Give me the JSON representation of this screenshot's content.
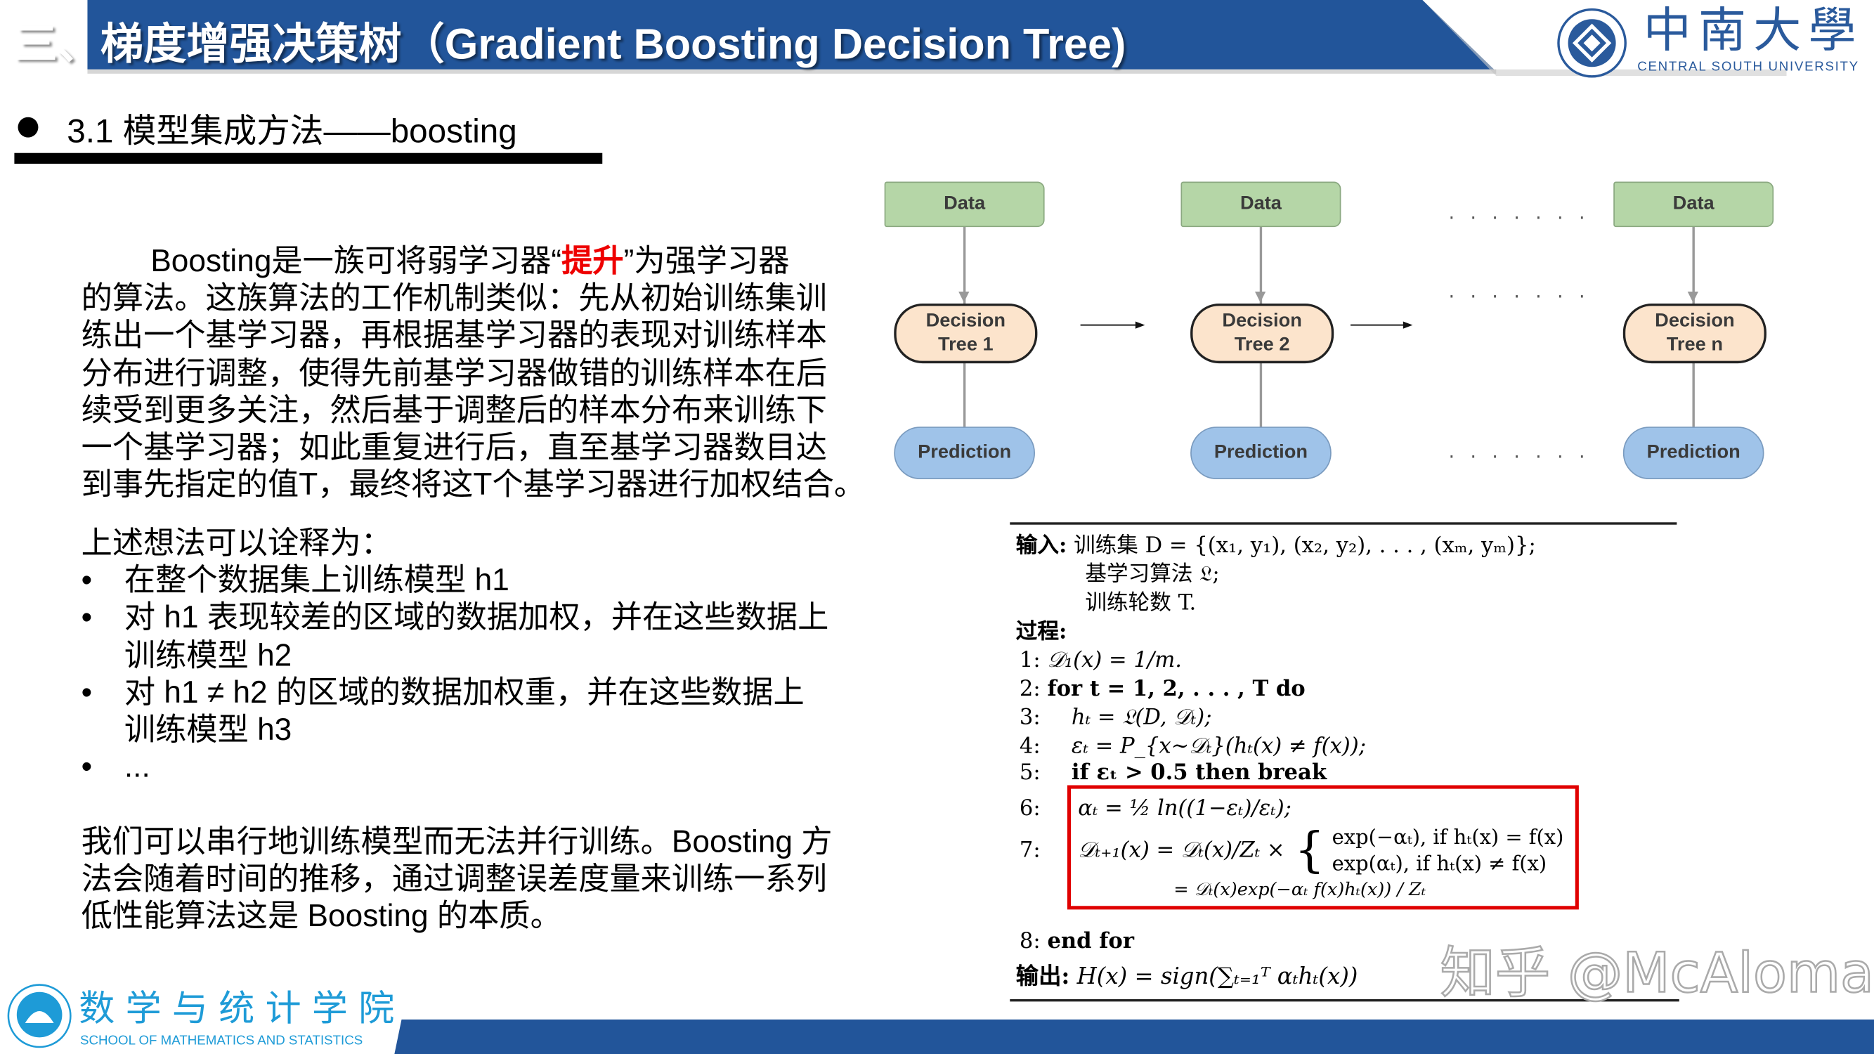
{
  "header": {
    "title": "三、梯度增强决策树（Gradient Boosting Decision Tree)",
    "university_cn": "中南大學",
    "university_en": "CENTRAL  SOUTH  UNIVERSITY",
    "bar_color": "#22559a"
  },
  "section": {
    "heading": "3.1 模型集成方法——boosting"
  },
  "intro": {
    "line0_pre": "Boosting是一族可将弱学习器“",
    "line0_emph": "提升",
    "line0_post": "”为强学习器",
    "lines": [
      "的算法。这族算法的工作机制类似：先从初始训练集训",
      "练出一个基学习器，再根据基学习器的表现对训练样本",
      "分布进行调整，使得先前基学习器做错的训练样本在后",
      "续受到更多关注，然后基于调整后的样本分布来训练下",
      "一个基学习器；如此重复进行后，直至基学习器数目达",
      "到事先指定的值T，最终将这T个基学习器进行加权结合。"
    ]
  },
  "explain": {
    "lead": "上述想法可以诠释为：",
    "bullets": [
      {
        "line1": "在整个数据集上训练模型 h1",
        "line2": ""
      },
      {
        "line1": "对 h1 表现较差的区域的数据加权，并在这些数据上",
        "line2": "训练模型 h2"
      },
      {
        "line1": "对 h1 ≠ h2 的区域的数据加权重，并在这些数据上",
        "line2": "训练模型 h3"
      },
      {
        "line1": "...",
        "line2": ""
      }
    ],
    "bullet_char": "•"
  },
  "conclusion": [
    "我们可以串行地训练模型而无法并行训练。Boosting 方",
    "法会随着时间的推移，通过调整误差度量来训练一系列",
    "低性能算法这是 Boosting 的本质。"
  ],
  "diagram": {
    "data_label": "Data",
    "prediction_label": "Prediction",
    "decision_label": "Decision",
    "trees": [
      "Tree 1",
      "Tree  2",
      "Tree  n"
    ],
    "ellipsis": ". . . . . . ."
  },
  "algorithm": {
    "input_label": "输入:",
    "input_lines": [
      "训练集 D = {(x₁, y₁), (x₂, y₂), . . . , (xₘ, yₘ)};",
      "基学习算法 𝔏;",
      "训练轮数 T."
    ],
    "process_label": "过程:",
    "steps": [
      {
        "n": "1:",
        "text": "𝒟₁(x) = 1/m."
      },
      {
        "n": "2:",
        "text": "for t = 1, 2, . . . , T  do"
      },
      {
        "n": "3:",
        "text": "hₜ = 𝔏(D, 𝒟ₜ);"
      },
      {
        "n": "4:",
        "text": "εₜ = P_{x∼𝒟ₜ}(hₜ(x) ≠ f(x));"
      },
      {
        "n": "5:",
        "text": "if εₜ > 0.5 then break"
      },
      {
        "n": "6:",
        "text": "αₜ = ½ ln((1−εₜ)/εₜ);"
      },
      {
        "n": "7:",
        "text": "𝒟ₜ₊₁(x) = 𝒟ₜ(x)/Zₜ ×",
        "case1": "exp(−αₜ),   if hₜ(x) = f(x)",
        "case2": "exp(αₜ),     if hₜ(x) ≠ f(x)",
        "cont": "= 𝒟ₜ(x)exp(−αₜ f(x)hₜ(x)) / Zₜ"
      },
      {
        "n": "8:",
        "text": "end for"
      }
    ],
    "output_label": "输出:",
    "output_text": "H(x) = sign(∑ₜ₌₁ᵀ αₜhₜ(x))",
    "highlight_color": "#e00000"
  },
  "watermark": "知乎 @McAloma",
  "footer": {
    "school_cn": "数学与统计学院",
    "school_en": "SCHOOL OF MATHEMATICS AND STATISTICS",
    "bar_color": "#22559a"
  }
}
